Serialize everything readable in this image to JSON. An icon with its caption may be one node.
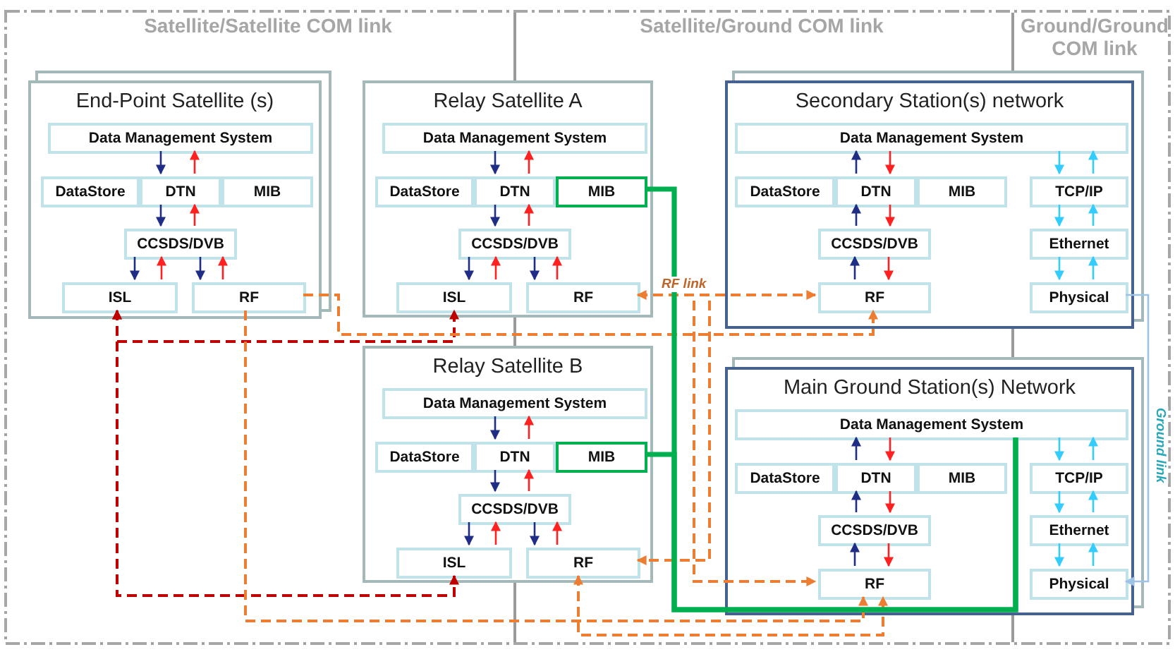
{
  "diagram": {
    "nodes": [
      {
        "text": [
          "End-Point Satellite (s)"
        ]
      },
      {
        "text": [
          "Data Management System"
        ],
        "in": 0
      },
      {
        "text": [
          "DataStore"
        ],
        "in": 0
      },
      {
        "text": [
          "DTN"
        ],
        "in": 0
      },
      {
        "text": [
          "MIB"
        ],
        "in": 0
      },
      {
        "text": [
          "CCSDS/DVB"
        ],
        "in": 0
      },
      {
        "text": [
          "ISL"
        ],
        "in": 0
      },
      {
        "text": [
          "RF"
        ],
        "in": 0
      },
      {
        "text": [
          "Relay Satellite A"
        ]
      },
      {
        "text": [
          "Data Management System"
        ],
        "in": 8
      },
      {
        "text": [
          "DataStore"
        ],
        "in": 8
      },
      {
        "text": [
          "DTN"
        ],
        "in": 8
      },
      {
        "text": [
          "MIB"
        ],
        "in": 8
      },
      {
        "text": [
          "CCSDS/DVB"
        ],
        "in": 8
      },
      {
        "text": [
          "ISL"
        ],
        "in": 8
      },
      {
        "text": [
          "RF"
        ],
        "in": 8
      },
      {
        "text": [
          "Secondary Station(s) network"
        ]
      },
      {
        "text": [
          "Data Management System"
        ],
        "in": 16
      },
      {
        "text": [
          "DataStore"
        ],
        "in": 16
      },
      {
        "text": [
          "DTN"
        ],
        "in": 16
      },
      {
        "text": [
          "MIB"
        ],
        "in": 16
      },
      {
        "text": [
          "TCP/IP"
        ],
        "in": 16
      },
      {
        "text": [
          "CCSDS/DVB"
        ],
        "in": 16
      },
      {
        "text": [
          "Ethernet"
        ],
        "in": 16
      },
      {
        "text": [
          "RF"
        ],
        "in": 16
      },
      {
        "text": [
          "Physical"
        ],
        "in": 16
      },
      {
        "text": [
          "Relay Satellite B"
        ]
      },
      {
        "text": [
          "Data Management System"
        ],
        "in": 26
      },
      {
        "text": [
          "DataStore"
        ],
        "in": 26
      },
      {
        "text": [
          "DTN"
        ],
        "in": 26
      },
      {
        "text": [
          "MIB"
        ],
        "in": 26
      },
      {
        "text": [
          "CCSDS/DVB"
        ],
        "in": 26
      },
      {
        "text": [
          "ISL"
        ],
        "in": 26
      },
      {
        "text": [
          "RF"
        ],
        "in": 26
      },
      {
        "text": [
          "Main Ground Station(s) Network"
        ]
      },
      {
        "text": [
          "Data Management System"
        ],
        "in": 34
      },
      {
        "text": [
          "DataStore"
        ],
        "in": 34
      },
      {
        "text": [
          "DTN"
        ],
        "in": 34
      },
      {
        "text": [
          "MIB"
        ],
        "in": 34
      },
      {
        "text": [
          "TCP/IP"
        ],
        "in": 34
      },
      {
        "text": [
          "CCSDS/DVB"
        ],
        "in": 34
      },
      {
        "text": [
          "Ethernet"
        ],
        "in": 34
      },
      {
        "text": [
          "RF"
        ],
        "in": 34
      },
      {
        "text": [
          "Physical"
        ],
        "in": 34
      }
    ],
    "edges": [
      {
        "from": 1,
        "to": 3,
        "arrow": "to",
        "color": "#1f2d86"
      },
      {
        "from": 3,
        "to": 1,
        "arrow": "to",
        "color": "#ff2020"
      },
      {
        "from": 3,
        "to": 5,
        "arrow": "to",
        "color": "#1f2d86"
      },
      {
        "from": 5,
        "to": 3,
        "arrow": "to",
        "color": "#ff2020"
      },
      {
        "from": 5,
        "to": 6,
        "arrow": "to",
        "color": "#1f2d86"
      },
      {
        "from": 6,
        "to": 5,
        "arrow": "to",
        "color": "#ff2020"
      },
      {
        "from": 5,
        "to": 7,
        "arrow": "to",
        "color": "#1f2d86"
      },
      {
        "from": 7,
        "to": 5,
        "arrow": "to",
        "color": "#ff2020"
      },
      {
        "from": 9,
        "to": 11,
        "arrow": "to",
        "color": "#1f2d86"
      },
      {
        "from": 11,
        "to": 9,
        "arrow": "to",
        "color": "#ff2020"
      },
      {
        "from": 11,
        "to": 13,
        "arrow": "to",
        "color": "#1f2d86"
      },
      {
        "from": 13,
        "to": 11,
        "arrow": "to",
        "color": "#ff2020"
      },
      {
        "from": 13,
        "to": 14,
        "arrow": "to",
        "color": "#1f2d86"
      },
      {
        "from": 14,
        "to": 13,
        "arrow": "to",
        "color": "#ff2020"
      },
      {
        "from": 13,
        "to": 15,
        "arrow": "to",
        "color": "#1f2d86"
      },
      {
        "from": 15,
        "to": 13,
        "arrow": "to",
        "color": "#ff2020"
      },
      {
        "from": 19,
        "to": 17,
        "arrow": "to",
        "color": "#1f2d86"
      },
      {
        "from": 17,
        "to": 19,
        "arrow": "to",
        "color": "#ff2020"
      },
      {
        "from": 22,
        "to": 19,
        "arrow": "to",
        "color": "#1f2d86"
      },
      {
        "from": 19,
        "to": 22,
        "arrow": "to",
        "color": "#ff2020"
      },
      {
        "from": 24,
        "to": 22,
        "arrow": "to",
        "color": "#1f2d86"
      },
      {
        "from": 22,
        "to": 24,
        "arrow": "to",
        "color": "#ff2020"
      },
      {
        "from": 17,
        "to": 21,
        "arrow": "to",
        "color": "#33ccff"
      },
      {
        "from": 21,
        "to": 17,
        "arrow": "to",
        "color": "#33ccff"
      },
      {
        "from": 21,
        "to": 23,
        "arrow": "to",
        "color": "#33ccff"
      },
      {
        "from": 23,
        "to": 21,
        "arrow": "to",
        "color": "#33ccff"
      },
      {
        "from": 23,
        "to": 25,
        "arrow": "to",
        "color": "#33ccff"
      },
      {
        "from": 25,
        "to": 23,
        "arrow": "to",
        "color": "#33ccff"
      },
      {
        "from": 27,
        "to": 29,
        "arrow": "to",
        "color": "#1f2d86"
      },
      {
        "from": 29,
        "to": 27,
        "arrow": "to",
        "color": "#ff2020"
      },
      {
        "from": 29,
        "to": 31,
        "arrow": "to",
        "color": "#1f2d86"
      },
      {
        "from": 31,
        "to": 29,
        "arrow": "to",
        "color": "#ff2020"
      },
      {
        "from": 31,
        "to": 32,
        "arrow": "to",
        "color": "#1f2d86"
      },
      {
        "from": 32,
        "to": 31,
        "arrow": "to",
        "color": "#ff2020"
      },
      {
        "from": 31,
        "to": 33,
        "arrow": "to",
        "color": "#1f2d86"
      },
      {
        "from": 33,
        "to": 31,
        "arrow": "to",
        "color": "#ff2020"
      },
      {
        "from": 37,
        "to": 35,
        "arrow": "to",
        "color": "#1f2d86"
      },
      {
        "from": 35,
        "to": 37,
        "arrow": "to",
        "color": "#ff2020"
      },
      {
        "from": 40,
        "to": 37,
        "arrow": "to",
        "color": "#1f2d86"
      },
      {
        "from": 37,
        "to": 40,
        "arrow": "to",
        "color": "#ff2020"
      },
      {
        "from": 42,
        "to": 40,
        "arrow": "to",
        "color": "#1f2d86"
      },
      {
        "from": 40,
        "to": 42,
        "arrow": "to",
        "color": "#ff2020"
      },
      {
        "from": 35,
        "to": 39,
        "arrow": "to",
        "color": "#33ccff"
      },
      {
        "from": 39,
        "to": 35,
        "arrow": "to",
        "color": "#33ccff"
      },
      {
        "from": 39,
        "to": 41,
        "arrow": "to",
        "color": "#33ccff"
      },
      {
        "from": 41,
        "to": 39,
        "arrow": "to",
        "color": "#33ccff"
      },
      {
        "from": 41,
        "to": 43,
        "arrow": "to",
        "color": "#33ccff"
      },
      {
        "from": 43,
        "to": 41,
        "arrow": "to",
        "color": "#33ccff"
      },
      {
        "from": 6,
        "to": 14,
        "arrow": "both",
        "style": "dashed",
        "color": "#c00000"
      },
      {
        "from": 6,
        "to": 32,
        "arrow": "both",
        "style": "dashed",
        "color": "#c00000"
      },
      {
        "from": 15,
        "to": 24,
        "arrow": "both",
        "style": "dashed",
        "color": "#ed7d31",
        "label": "RF link"
      },
      {
        "from": 15,
        "to": 33,
        "arrow": "to",
        "style": "dashed",
        "color": "#ed7d31"
      },
      {
        "from": 15,
        "to": 42,
        "arrow": "to",
        "style": "dashed",
        "color": "#ed7d31"
      },
      {
        "from": 7,
        "to": 24,
        "arrow": "to",
        "style": "dashed",
        "color": "#ed7d31"
      },
      {
        "from": 7,
        "to": 42,
        "arrow": "to",
        "style": "dashed",
        "color": "#ed7d31"
      },
      {
        "from": 33,
        "to": 42,
        "arrow": "both",
        "style": "dashed",
        "color": "#ed7d31"
      },
      {
        "from": 12,
        "to": 35,
        "arrow": "none",
        "style": "thick",
        "color": "#00b050"
      },
      {
        "from": 30,
        "to": 35,
        "arrow": "none",
        "style": "thick",
        "color": "#00b050"
      },
      {
        "from": 25,
        "to": 43,
        "arrow": "to",
        "color": "#9dc3e6",
        "label": "Ground link"
      }
    ],
    "labels": [
      "Satellite/Satellite COM link",
      "Satellite/Ground COM link",
      "Ground/Ground COM link"
    ]
  }
}
